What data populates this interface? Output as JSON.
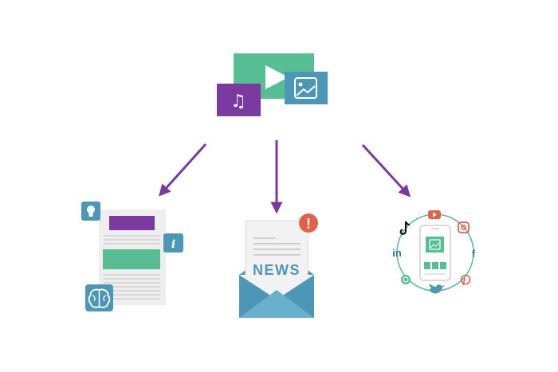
{
  "colors": {
    "purple": "#7b3aa0",
    "green": "#56bd94",
    "teal": "#4c96b6",
    "red": "#e4604b",
    "gray_light": "#eeeeee",
    "gray_line": "#cfcfcf"
  },
  "source": {
    "icons": [
      "video-icon",
      "music-note-icon",
      "image-icon"
    ]
  },
  "targets": [
    {
      "icons": [
        "lightbulb-icon",
        "info-icon",
        "brain-icon",
        "document-icon"
      ]
    },
    {
      "envelope_label": "NEWS",
      "badge": "!"
    },
    {
      "icons": [
        "youtube-icon",
        "instagram-icon",
        "facebook-icon",
        "pinterest-icon",
        "twitter-icon",
        "whatsapp-icon",
        "linkedin-icon",
        "tiktok-icon",
        "smartphone-icon"
      ]
    }
  ],
  "labels": {
    "news": "NEWS",
    "alert": "!",
    "info": "i",
    "linkedin": "in",
    "facebook": "f",
    "music": "♫"
  }
}
